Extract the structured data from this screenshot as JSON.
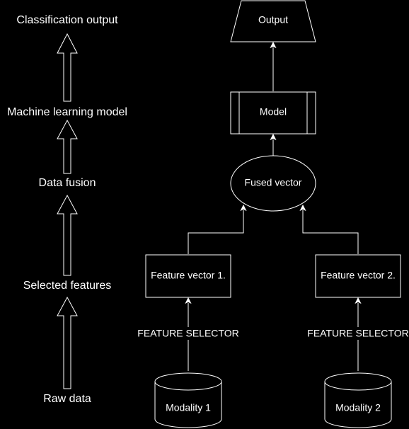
{
  "pipeline_stages": [
    "Classification output",
    "Machine learning model",
    "Data fusion",
    "Selected features",
    "Raw data"
  ],
  "nodes": {
    "output": "Output",
    "model": "Model",
    "fused_vector": "Fused vector",
    "feature_vector_1": "Feature vector 1.",
    "feature_vector_2": "Feature vector 2.",
    "modality_1": "Modality 1",
    "modality_2": "Modality 2"
  },
  "edge_labels": {
    "selector_1": "FEATURE SELECTOR",
    "selector_2": "FEATURE SELECTOR"
  },
  "colors": {
    "background": "#000000",
    "stroke": "#ffffff",
    "text": "#ffffff"
  }
}
